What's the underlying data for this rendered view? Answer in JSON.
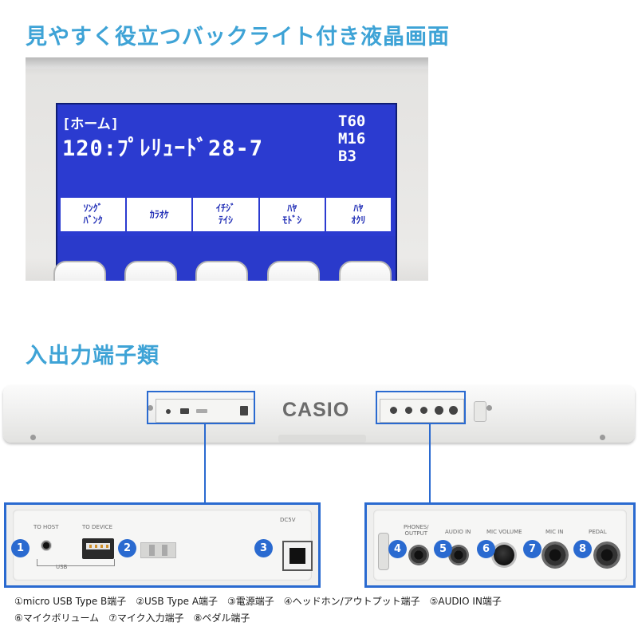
{
  "headings": {
    "display": "見やすく役立つバックライト付き液晶画面",
    "ports": "入出力端子類"
  },
  "lcd": {
    "home": "[ホーム]",
    "song": "120:ﾌﾟﾚﾘｭｰﾄﾞ28-7",
    "tempo": "T60",
    "mode": "M16",
    "beat": "B3",
    "softkeys": [
      {
        "line1": "ｿﾝｸﾞ",
        "line2": "ﾊﾞﾝｸ"
      },
      {
        "line1": "ｶﾗｵｹ",
        "line2": ""
      },
      {
        "line1": "ｲﾁｼﾞ",
        "line2": "ﾃｲｼ"
      },
      {
        "line1": "ﾊﾔ",
        "line2": "ﾓﾄﾞｼ"
      },
      {
        "line1": "ﾊﾔ",
        "line2": "ｵｸﾘ"
      }
    ]
  },
  "brand": {
    "logo": "CASIO"
  },
  "left_panel": {
    "to_host": "TO HOST",
    "to_device": "TO DEVICE",
    "usb": "USB",
    "dc": "DC5V"
  },
  "right_panel": {
    "phones": "PHONES/\nOUTPUT",
    "audio_in": "AUDIO IN",
    "mic_volume": "MIC VOLUME",
    "mic_in": "MIC IN",
    "pedal": "PEDAL"
  },
  "numbers": [
    "1",
    "2",
    "3",
    "4",
    "5",
    "6",
    "7",
    "8"
  ],
  "captions": {
    "line1": "①micro USB Type B端子　②USB Type A端子　③電源端子　④ヘッドホン/アウトプット端子　⑤AUDIO IN端子",
    "line2": "⑥マイクボリューム　⑦マイク入力端子　⑧ペダル端子"
  },
  "colors": {
    "heading": "#3ea3d6",
    "accent": "#2a6ad0",
    "lcd_blue": "#2b3bd0"
  }
}
